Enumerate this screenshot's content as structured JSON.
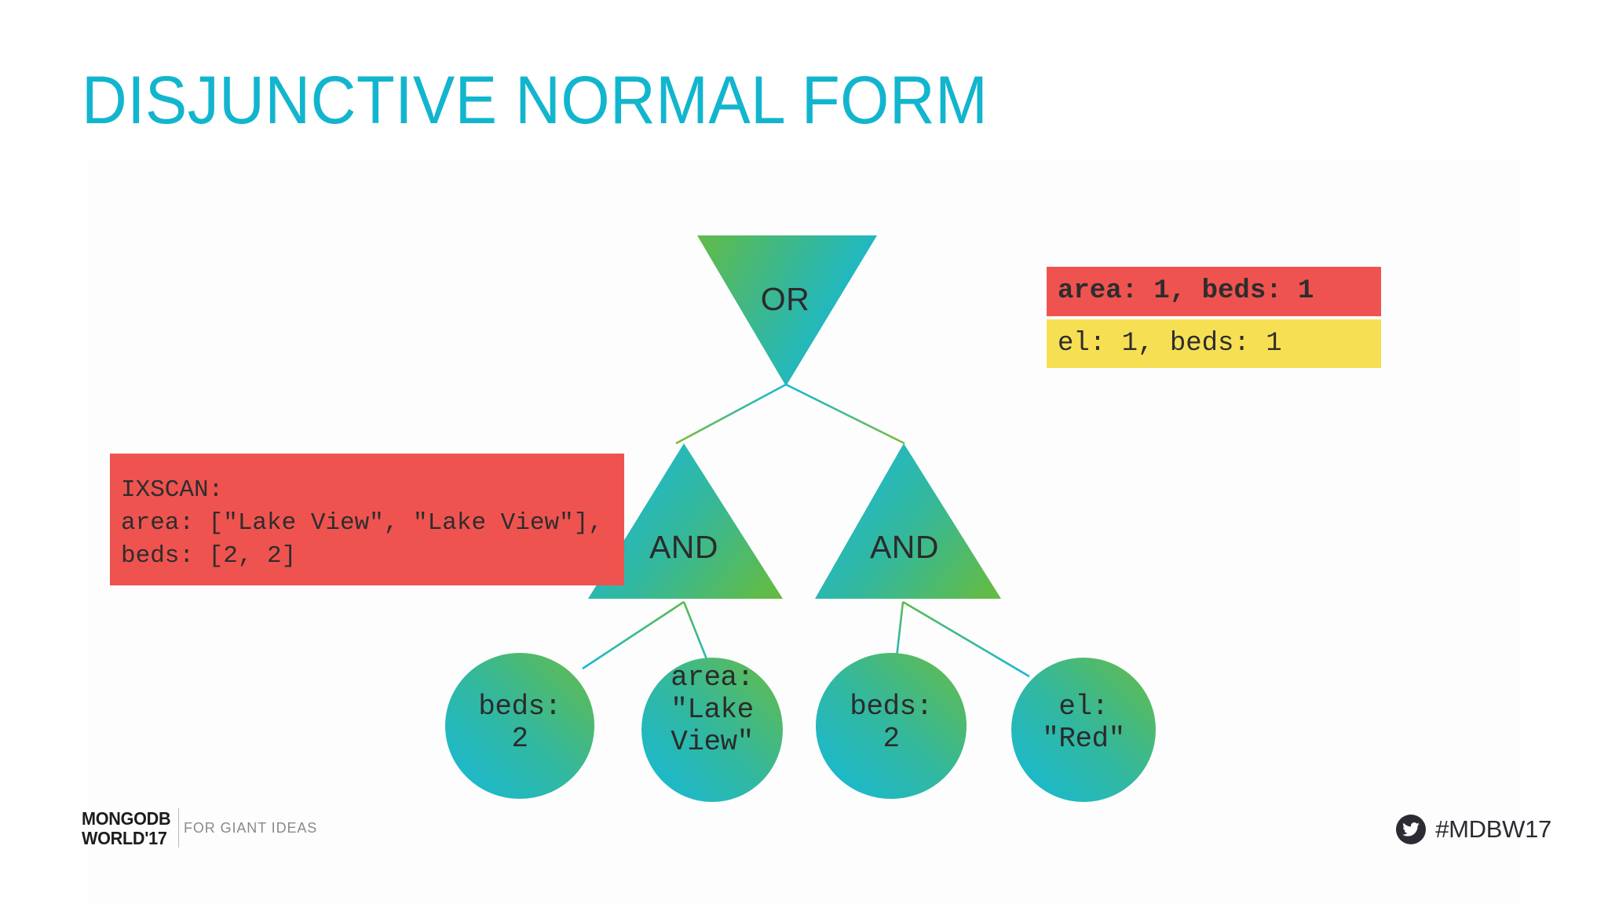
{
  "slide": {
    "title": "DISJUNCTIVE NORMAL FORM",
    "title_color": "#12b5ce",
    "background_color": "#ffffff"
  },
  "palette": {
    "accent_cyan": "#12b5ce",
    "node_gradient_start": "#1bbcd4",
    "node_gradient_end": "#5cb947",
    "annotation_red": "#ef5350",
    "annotation_yellow": "#f7df54",
    "text_dark": "#2b2b2b",
    "footer_gray": "#8a8a8a"
  },
  "tree": {
    "root": {
      "label": "OR",
      "shape": "inverted-triangle"
    },
    "gates": [
      {
        "label": "AND",
        "shape": "triangle"
      },
      {
        "label": "AND",
        "shape": "triangle"
      }
    ],
    "leaves": [
      {
        "label": "beds:\n2",
        "shape": "circle"
      },
      {
        "label": "area:\n\"Lake\nView\"",
        "shape": "circle"
      },
      {
        "label": "beds:\n2",
        "shape": "circle"
      },
      {
        "label": "el:\n\"Red\"",
        "shape": "circle"
      }
    ]
  },
  "annotations": {
    "ixscan": "IXSCAN:\narea: [\"Lake View\", \"Lake View\"],\nbeds: [2, 2]",
    "index_red": "area: 1, beds: 1",
    "index_yellow": "el: 1, beds: 1"
  },
  "footer": {
    "logo": "MONGODB\nWORLD'17",
    "tagline": "FOR GIANT IDEAS",
    "hashtag": "#MDBW17",
    "social_icon": "twitter-icon"
  }
}
